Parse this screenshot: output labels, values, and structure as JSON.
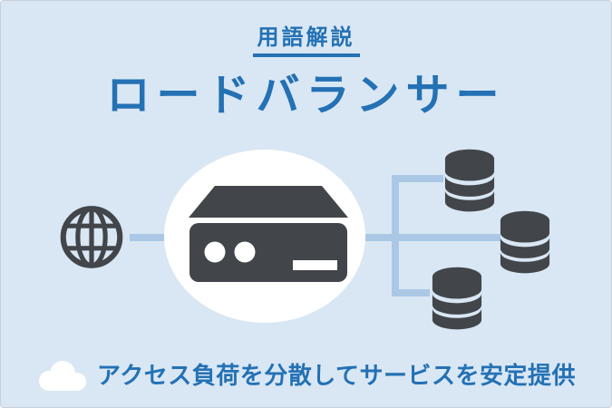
{
  "colors": {
    "bg": "#d9e7f4",
    "accent": "#2471b4",
    "connector": "#aac8e5",
    "dark": "#42464a",
    "white": "#ffffff",
    "frame_border": "#c8d0d9"
  },
  "header": {
    "label": "用語解説"
  },
  "title": {
    "label": "ロードバランサー"
  },
  "diagram": {
    "icons": {
      "left": "globe-icon",
      "center": "load-balancer-icon",
      "right_top": "database-icon",
      "right_middle": "database-icon",
      "right_bottom": "database-icon"
    }
  },
  "footer": {
    "icon": "cloud-icon",
    "label": "アクセス負荷を分散してサービスを安定提供"
  }
}
